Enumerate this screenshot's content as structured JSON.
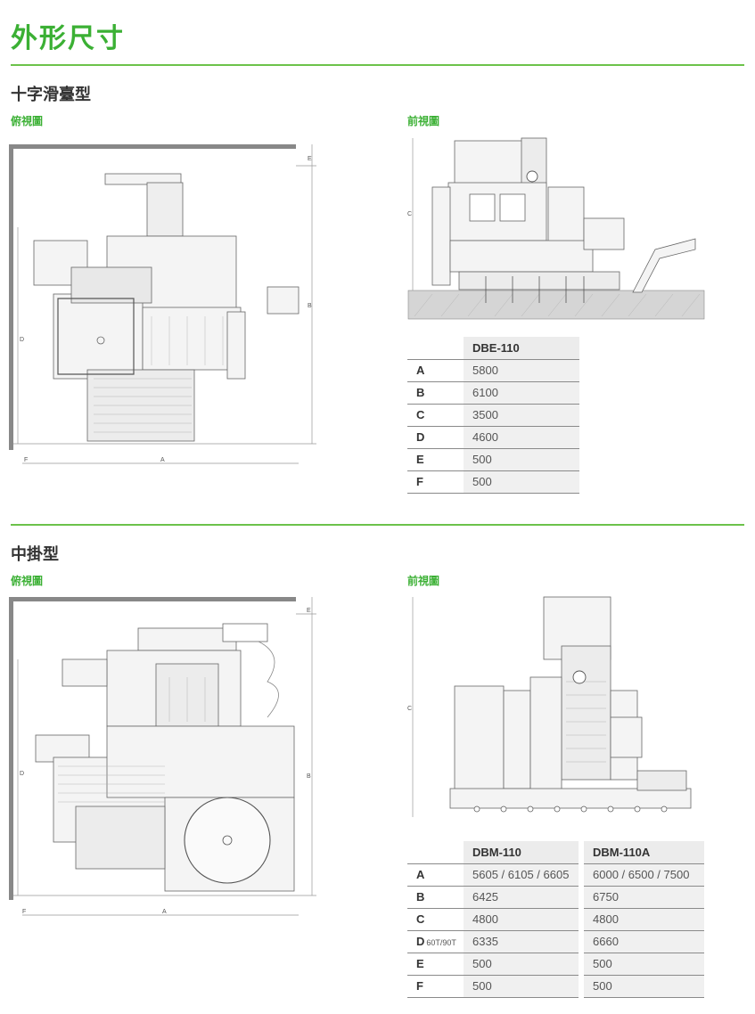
{
  "page_title": "外形尺寸",
  "sections": [
    {
      "title": "十字滑臺型",
      "top_view_label": "俯視圖",
      "front_view_label": "前視圖",
      "top_dims": [
        "A",
        "B",
        "D",
        "E",
        "F"
      ],
      "front_dims": [
        "C"
      ],
      "table": {
        "headers": [
          "DBE-110"
        ],
        "rows": [
          {
            "label": "A",
            "values": [
              "5800"
            ]
          },
          {
            "label": "B",
            "values": [
              "6100"
            ]
          },
          {
            "label": "C",
            "values": [
              "3500"
            ]
          },
          {
            "label": "D",
            "values": [
              "4600"
            ]
          },
          {
            "label": "E",
            "values": [
              "500"
            ]
          },
          {
            "label": "F",
            "values": [
              "500"
            ]
          }
        ]
      }
    },
    {
      "title": "中掛型",
      "top_view_label": "俯視圖",
      "front_view_label": "前視圖",
      "top_dims": [
        "A",
        "B",
        "D",
        "E",
        "F"
      ],
      "front_dims": [
        "C"
      ],
      "table": {
        "headers": [
          "DBM-110",
          "DBM-110A"
        ],
        "rows": [
          {
            "label": "A",
            "sub": "",
            "values": [
              "5605 / 6105 / 6605",
              "6000 / 6500 / 7500"
            ]
          },
          {
            "label": "B",
            "sub": "",
            "values": [
              "6425",
              "6750"
            ]
          },
          {
            "label": "C",
            "sub": "",
            "values": [
              "4800",
              "4800"
            ]
          },
          {
            "label": "D",
            "sub": "60T/90T",
            "values": [
              "6335",
              "6660"
            ]
          },
          {
            "label": "E",
            "sub": "",
            "values": [
              "500",
              "500"
            ]
          },
          {
            "label": "F",
            "sub": "",
            "values": [
              "500",
              "500"
            ]
          }
        ]
      }
    }
  ]
}
